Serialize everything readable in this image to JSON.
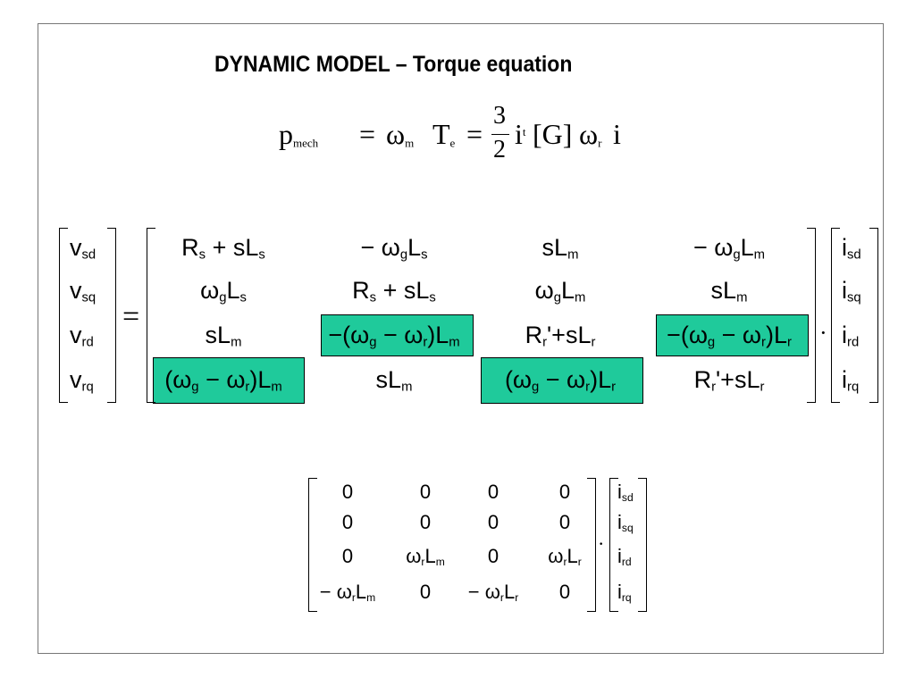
{
  "slide": {
    "title": "DYNAMIC MODEL –  Torque equation",
    "equation": {
      "lhs": "p",
      "lhs_sub": "mech",
      "eq1": "=",
      "omega_m": "ω",
      "omega_m_sub": "m",
      "T": "T",
      "T_sub": "e",
      "eq2": "=",
      "frac_num": "3",
      "frac_den": "2",
      "i": "i",
      "i_sup": "t",
      "G": "[G]",
      "omega_r": "ω",
      "omega_r_sub": "r",
      "i2": "i"
    },
    "voltage_vector": {
      "entries": [
        {
          "base": "v",
          "sub": "sd"
        },
        {
          "base": "v",
          "sub": "sq"
        },
        {
          "base": "v",
          "sub": "rd"
        },
        {
          "base": "v",
          "sub": "rq"
        }
      ]
    },
    "equals_sign": "=",
    "dot": "·",
    "matrix1": {
      "cells": [
        [
          "R<sub>s</sub> + sL<sub>s</sub>",
          "− ω<sub>g</sub>L<sub>s</sub>",
          "sL<sub>m</sub>",
          "− ω<sub>g</sub>L<sub>m</sub>"
        ],
        [
          "ω<sub>g</sub>L<sub>s</sub>",
          "R<sub>s</sub> + sL<sub>s</sub>",
          "ω<sub>g</sub>L<sub>m</sub>",
          "sL<sub>m</sub>"
        ],
        [
          "sL<sub>m</sub>",
          "−(ω<sub>g</sub> − ω<sub>r</sub>)L<sub>m</sub>",
          "R<sub>r</sub>'+sL<sub>r</sub>",
          "−(ω<sub>g</sub> − ω<sub>r</sub>)L<sub>r</sub>"
        ],
        [
          "(ω<sub>g</sub> − ω<sub>r</sub>)L<sub>m</sub>",
          "sL<sub>m</sub>",
          "(ω<sub>g</sub> − ω<sub>r</sub>)L<sub>r</sub>",
          "R<sub>r</sub>'+sL<sub>r</sub>"
        ]
      ],
      "highlight_color": "#1fca9b"
    },
    "current_vector": {
      "entries": [
        {
          "base": "i",
          "sub": "sd"
        },
        {
          "base": "i",
          "sub": "sq"
        },
        {
          "base": "i",
          "sub": "rd"
        },
        {
          "base": "i",
          "sub": "rq"
        }
      ]
    },
    "matrix2": {
      "cells": [
        [
          "0",
          "0",
          "0",
          "0"
        ],
        [
          "0",
          "0",
          "0",
          "0"
        ],
        [
          "0",
          "ω<sub>r</sub>L<sub>m</sub>",
          "0",
          "ω<sub>r</sub>L<sub>r</sub>"
        ],
        [
          "− ω<sub>r</sub>L<sub>m</sub>",
          "0",
          "− ω<sub>r</sub>L<sub>r</sub>",
          "0"
        ]
      ]
    }
  }
}
